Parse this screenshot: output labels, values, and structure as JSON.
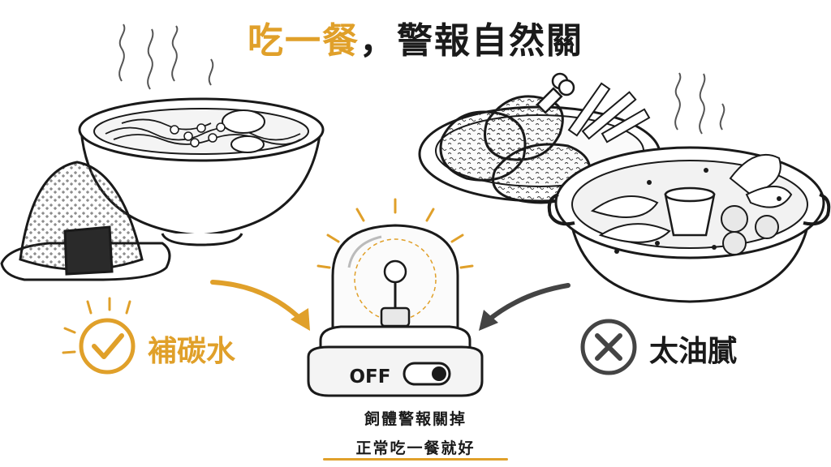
{
  "title": {
    "accent": "吃一餐",
    "separator": "，",
    "rest": "警報自然關"
  },
  "labels": {
    "good": "補碳水",
    "bad": "太油膩"
  },
  "alarm": {
    "switch_text": "OFF"
  },
  "captions": {
    "line1": "飼體警報關掉",
    "line2": "正常吃一餐就好"
  },
  "colors": {
    "accent": "#e0a02a",
    "ink": "#1a1a1a",
    "gray": "#555555"
  },
  "icons": {
    "good": "check-circle-icon",
    "bad": "x-circle-icon"
  }
}
